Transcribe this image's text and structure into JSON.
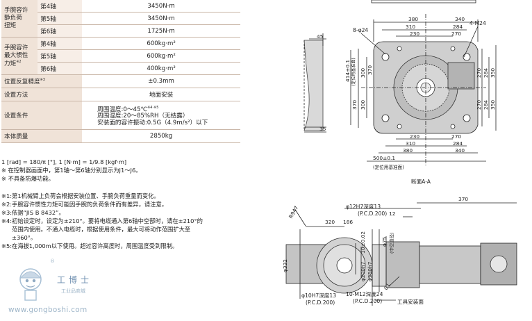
{
  "spec_table": {
    "group_static_load": "手腕容许\n静负荷\n扭矩",
    "group_inertia": "手腕容许\n最大惯性\n力矩",
    "group_inertia_note": "※2",
    "rows_static": [
      {
        "axis": "第4轴",
        "value": "3450N·m"
      },
      {
        "axis": "第5轴",
        "value": "3450N·m"
      },
      {
        "axis": "第6轴",
        "value": "1725N·m"
      }
    ],
    "rows_inertia": [
      {
        "axis": "第4轴",
        "value": "600kg·m²"
      },
      {
        "axis": "第5轴",
        "value": "600kg·m²"
      },
      {
        "axis": "第6轴",
        "value": "400kg·m²"
      }
    ],
    "repeat_label": "位置反复精度",
    "repeat_note": "※3",
    "repeat_value": "±0.3mm",
    "install_label": "设置方法",
    "install_value": "地面安装",
    "env_label": "设置条件",
    "env_line1": "周围温度:0～45℃",
    "env_line1_note": "※4 ※5",
    "env_line2": "周围湿度:20～85%RH（无结露）",
    "env_line3": "安装面的容许振动:0.5G（4.9m/s²）以下",
    "mass_label": "本体质量",
    "mass_value": "2850kg"
  },
  "footnotes": {
    "conv1": "1 [rad] = 180/π [°], 1 [N·m] = 1/9.8 [kgf·m]",
    "conv2": "※ 在控制器画面中，第1轴～第6轴分别显示为J1～J6。",
    "conv3": "※ 不具备防爆功能。",
    "n1": "※1:第1机械臂上负荷会根据安装位置、手腕负荷重量而变化。",
    "n2": "※2:手腕容许惯性力矩可能因手腕的负荷条件而有差异，请注意。",
    "n3": "※3:依据“JIS B 8432”。",
    "n4a": "※4:初始设定时，设定为±210°。要将电缆通入第6轴中空部时，请在±210°的",
    "n4b": "范围内使用。不通入电缆时，根据使用条件，最大可将动作范围扩大至",
    "n4c": "±360°。",
    "n5": "※5:在海拔1,000m以下使用。超过容许高度时，周围温度受到限制。"
  },
  "watermark": {
    "registered": "®",
    "brand": "工博士",
    "sub": "工业品商城",
    "site": "www.gongboshi.com"
  },
  "drawing_aa": {
    "d45": "45",
    "d35": "35",
    "d380": "380",
    "d340": "340",
    "d310": "310",
    "d284": "284",
    "d230": "230",
    "d270": "270",
    "hole8": "8-φ24",
    "m24": "4-M24",
    "d414": "414±0.1",
    "d414note": "(定位用基准面)",
    "d300a": "300",
    "d370a": "370",
    "d300b": "300",
    "d370b": "370",
    "r270": "270",
    "r284": "284",
    "r350": "350",
    "r270b": "270",
    "r284b": "284",
    "r350b": "350",
    "b230": "230",
    "b270": "270",
    "b310": "310",
    "b284": "284",
    "b380": "380",
    "b340": "340",
    "d500": "500±0.1",
    "d500note": "(定位用基准面)",
    "caption": "断面A-A"
  },
  "drawing_tool": {
    "r947": "R947",
    "d320": "320",
    "d186": "186",
    "d370": "370",
    "d12": "12",
    "h12": "φ12H7深度13",
    "pcd200a": "(P.C.D.200)",
    "d10": "10±0.02",
    "d75": "φ75",
    "d75note": "(中空直径)",
    "d200": "φ200h7",
    "d250": "φ250h7",
    "d332": "φ332",
    "c1": "C1",
    "h10": "φ10H7深度13",
    "pcd200b": "(P.C.D.200)",
    "m12": "10-M12深度24",
    "pcd200c": "(P.C.D.200)",
    "tool_face": "工具安装面"
  }
}
